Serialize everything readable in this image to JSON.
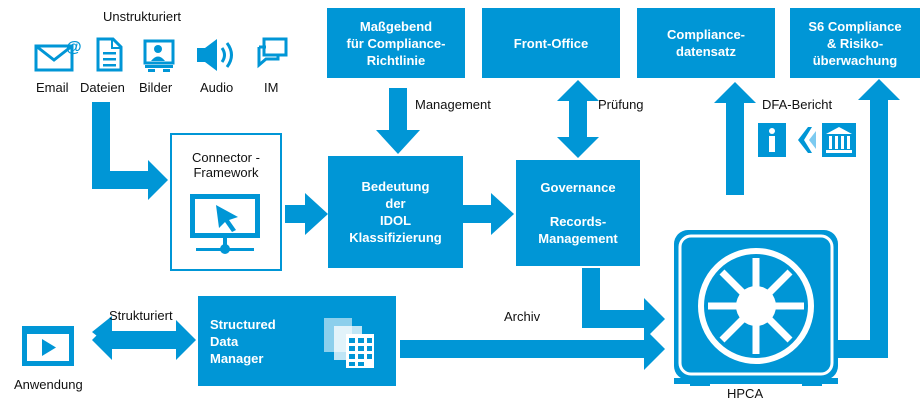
{
  "colors": {
    "accent": "#0096d6",
    "text": "#111111",
    "background": "#ffffff"
  },
  "labels": {
    "unstructured": "Unstrukturiert",
    "email": "Email",
    "files": "Dateien",
    "images": "Bilder",
    "audio": "Audio",
    "im": "IM",
    "connector": "Connector -\nFramework",
    "management": "Management",
    "pruefung": "Prüfung",
    "dfa": "DFA-Bericht",
    "structured": "Strukturiert",
    "archiv": "Archiv",
    "application": "Anwendung",
    "hpca": "HPCA"
  },
  "boxes": {
    "compliance_guideline": "Maßgebend\nfür Compliance-\nRichtlinie",
    "front_office": "Front-Office",
    "compliance_dataset": "Compliance-\ndatensatz",
    "s6": "S6 Compliance\n& Risiko-\nüberwachung",
    "idol": "Bedeutung\nder\nIDOL\nKlassifizierung",
    "governance_title": "Governance",
    "governance_records": "Records-\nManagement",
    "sdm": "Structured\nData\nManager"
  },
  "icons": {
    "email": "envelope-at-icon",
    "files": "document-icon",
    "images": "picture-icon",
    "audio": "speaker-icon",
    "im": "chat-bubble-icon",
    "connector": "monitor-cursor-icon",
    "dfa": "info-back-bank-icons",
    "sdm": "data-grid-icon",
    "application": "video-window-icon",
    "hpca": "vault-icon"
  }
}
